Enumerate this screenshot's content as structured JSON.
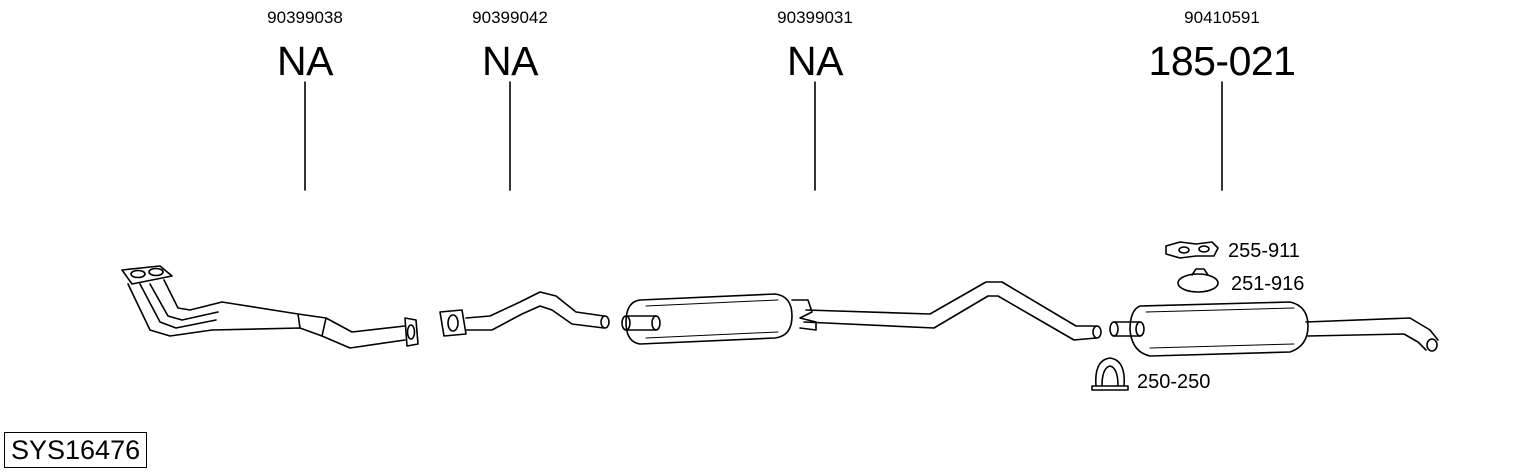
{
  "parts": [
    {
      "oe_number": "90399038",
      "part_number": "NA"
    },
    {
      "oe_number": "90399042",
      "part_number": "NA"
    },
    {
      "oe_number": "90399031",
      "part_number": "NA"
    },
    {
      "oe_number": "90410591",
      "part_number": "185-021"
    }
  ],
  "accessories": [
    {
      "part_number": "255-911"
    },
    {
      "part_number": "251-916"
    },
    {
      "part_number": "250-250"
    }
  ],
  "system_id": "SYS16476"
}
